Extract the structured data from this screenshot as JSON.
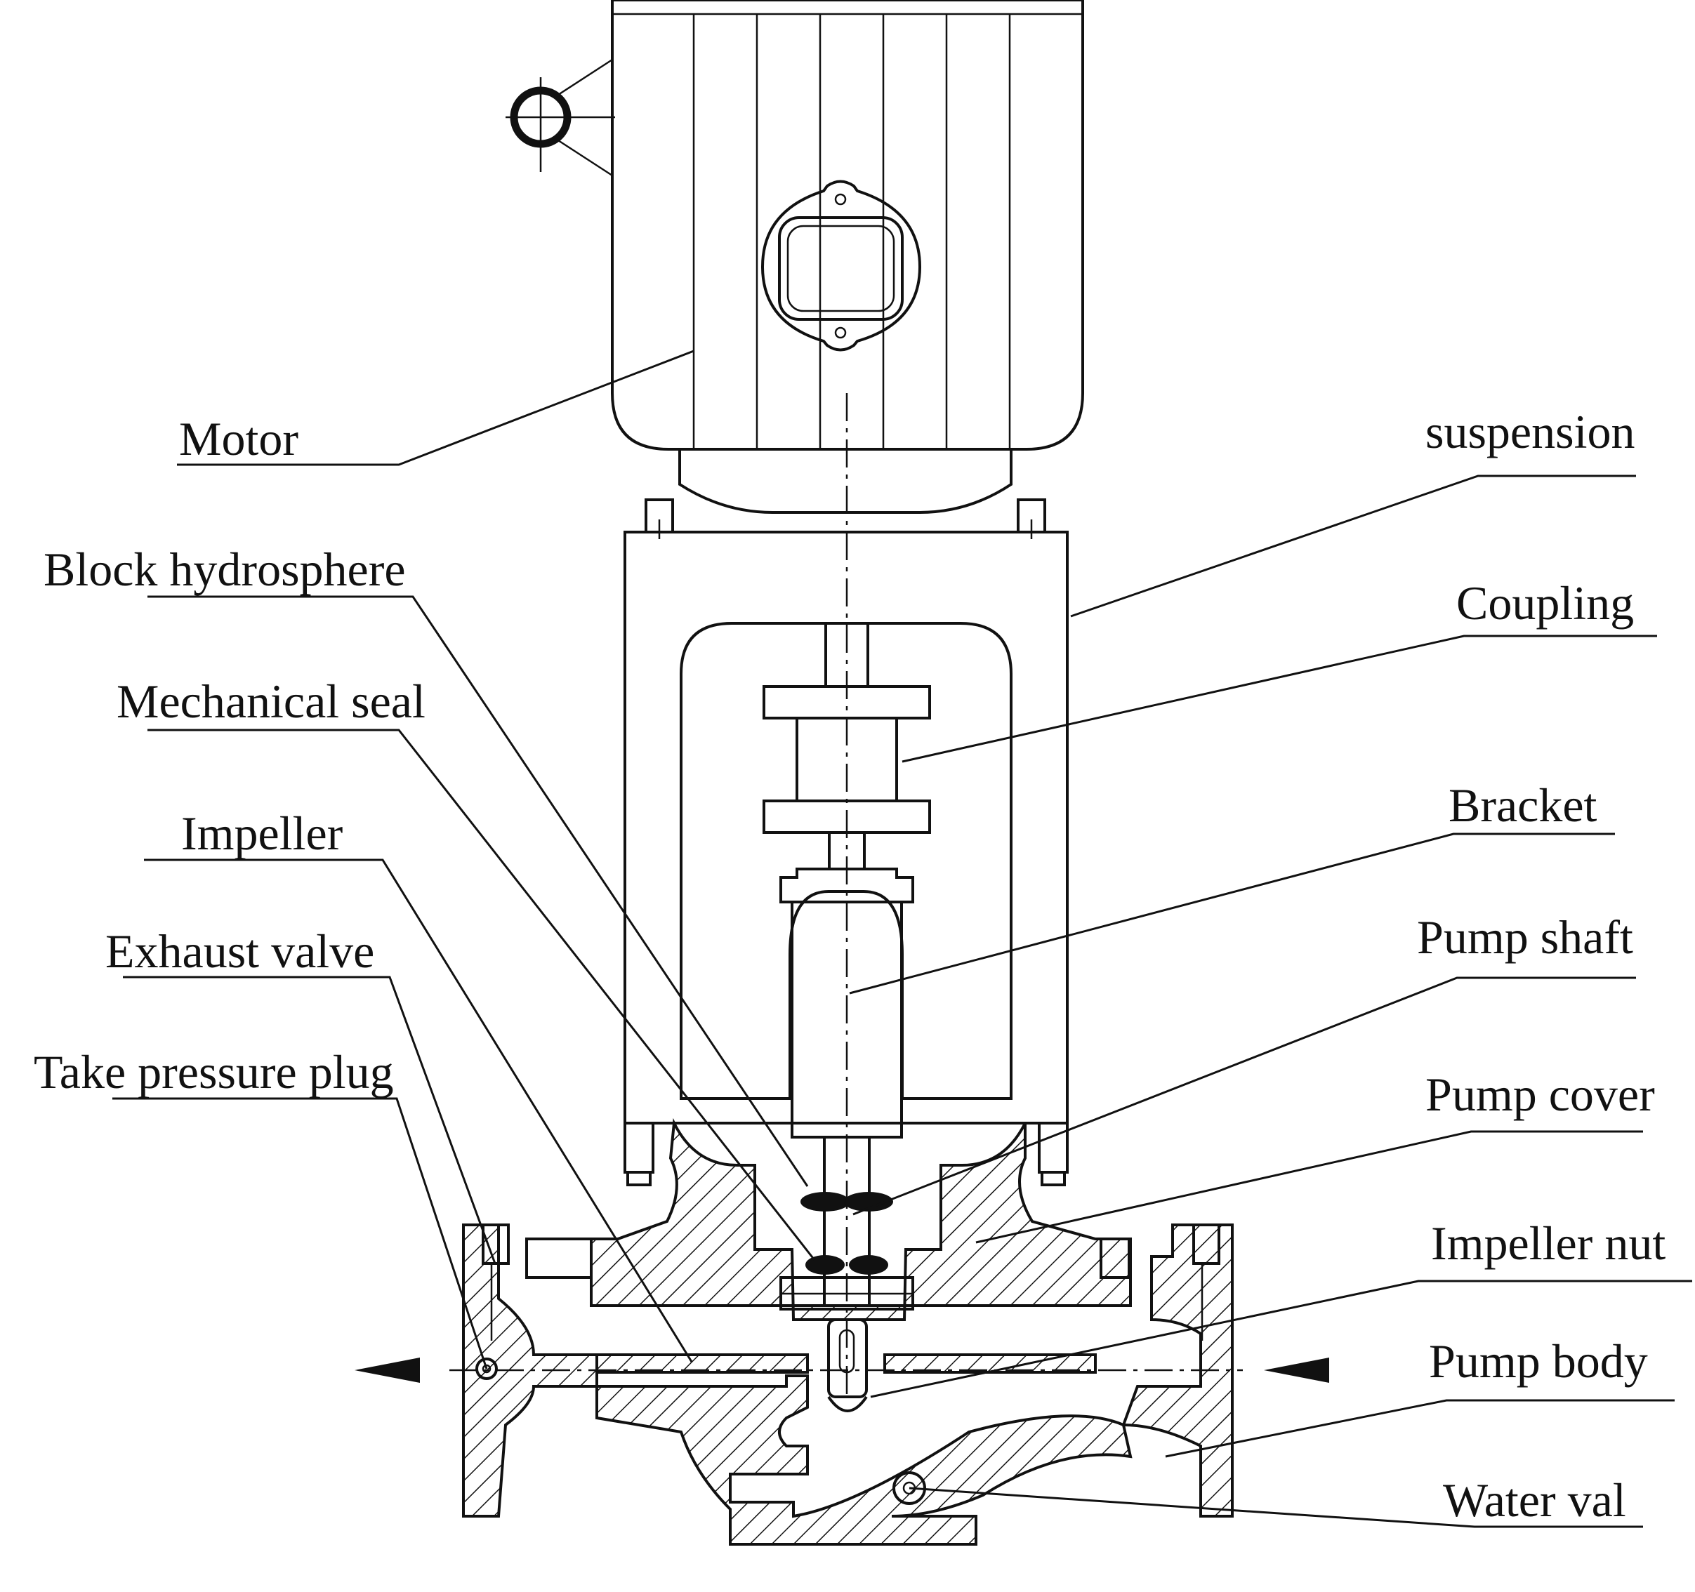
{
  "labels": {
    "motor": "Motor",
    "suspension": "suspension",
    "block_hydrosphere": "Block hydrosphere",
    "coupling": "Coupling",
    "mechanical_seal": "Mechanical seal",
    "bracket": "Bracket",
    "impeller": "Impeller",
    "pump_shaft": "Pump shaft",
    "exhaust_valve": "Exhaust valve",
    "pump_cover": "Pump cover",
    "take_pressure_plug": "Take pressure plug",
    "impeller_nut": "Impeller nut",
    "pump_body": "Pump body",
    "water_val": "Water val"
  },
  "icons": {
    "flow_arrows": [
      "outlet-arrow-icon",
      "inlet-arrow-icon"
    ],
    "lifting_eye": "lifting-ring-icon"
  },
  "colors": {
    "line": "#111111",
    "background": "#ffffff"
  }
}
